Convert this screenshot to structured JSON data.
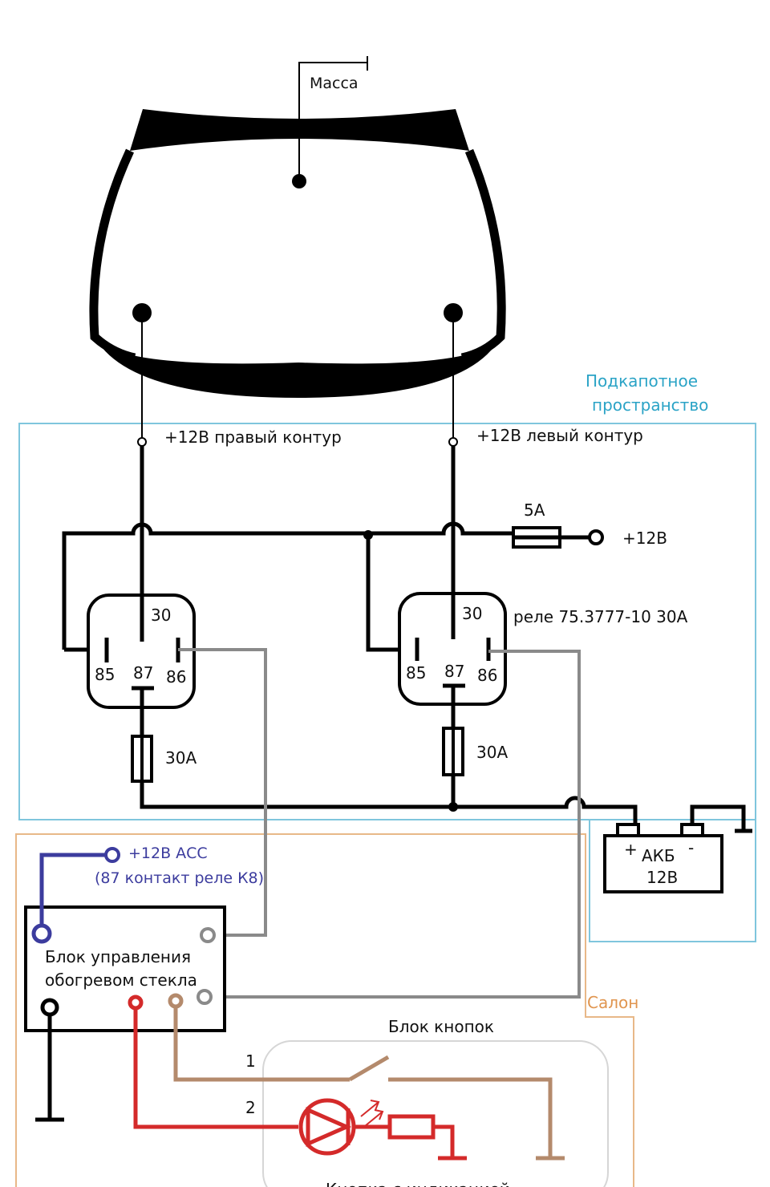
{
  "diagram": {
    "ground_label": "Масса",
    "underhood": {
      "label_line1": "Подкапотное",
      "label_line2": "пространство",
      "color": "#2aa3c6"
    },
    "cabin": {
      "label": "Салон",
      "color": "#e0954f"
    },
    "right_circuit": "+12В правый контур",
    "left_circuit": "+12В левый контур",
    "fuse_5a": "5A",
    "plus12": "+12В",
    "relay_label": "реле 75.3777-10 30А",
    "relay_pins": {
      "p30": "30",
      "p85": "85",
      "p87": "87",
      "p86": "86"
    },
    "fuse_30a_left": "30A",
    "fuse_30a_right": "30A",
    "battery": {
      "plus": "+",
      "name": "АКБ",
      "minus": "-",
      "voltage": "12В"
    },
    "acc": {
      "line1": "+12В АСС",
      "line2": "(87 контакт реле К8)",
      "color": "#3c3c9e"
    },
    "control_unit": {
      "line1": "Блок управления",
      "line2": "обогревом стекла"
    },
    "buttons_block": "Блок кнопок",
    "wire_1": "1",
    "wire_2": "2",
    "bottom_caption": "Кнопка с индикацией",
    "colors": {
      "grey_wire": "#8a8a8a",
      "red_wire": "#d42a2a",
      "brown_wire": "#b48a6c"
    }
  }
}
